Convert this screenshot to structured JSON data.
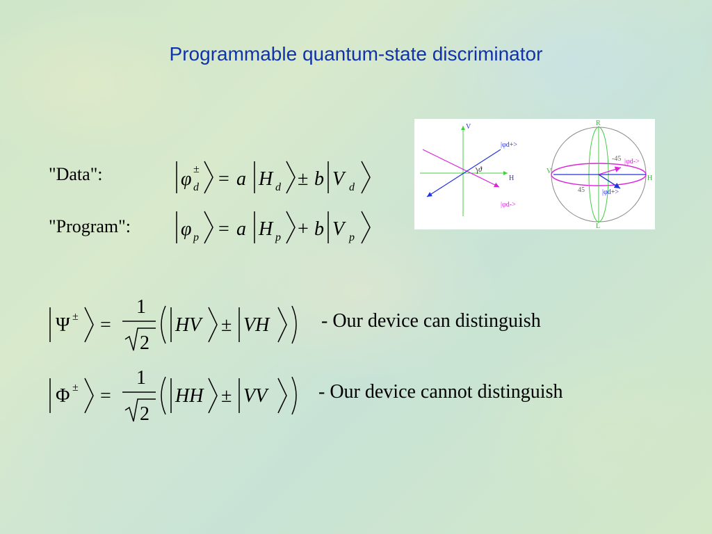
{
  "title": "Programmable quantum-state discriminator",
  "labels": {
    "data": "\"Data\":",
    "program": "\"Program\":"
  },
  "formulas": {
    "data": {
      "ket_sym": "φ",
      "sup": "±",
      "sub": "d",
      "a": "a",
      "H": "H",
      "pm": "±",
      "b": "b",
      "V": "V",
      "eq": "="
    },
    "program": {
      "ket_sym": "φ",
      "sub": "p",
      "a": "a",
      "H": "H",
      "plus": "+",
      "b": "b",
      "V": "V",
      "eq": "="
    },
    "psi": {
      "sym": "Ψ",
      "sup": "±",
      "one": "1",
      "two": "2",
      "t1": "HV",
      "pm": "±",
      "t2": "VH",
      "eq": "="
    },
    "phi": {
      "sym": "Φ",
      "sup": "±",
      "one": "1",
      "two": "2",
      "t1": "HH",
      "pm": "±",
      "t2": "VV",
      "eq": "="
    }
  },
  "notes": {
    "can": "- Our device can distinguish",
    "cannot": "- Our device cannot distinguish"
  },
  "figure": {
    "left": {
      "V": "V",
      "H": "H",
      "theta": "ϑ",
      "phi_plus": "|φd+>",
      "phi_minus": "|φd->"
    },
    "right": {
      "R": "R",
      "L": "L",
      "V": "V",
      "H": "H",
      "a45n": "-45",
      "a45": "45",
      "phi_minus": "|φd->",
      "phi_plus": "|φd+>"
    }
  },
  "colors": {
    "title": "#1133aa",
    "magenta": "#dd22dd",
    "blue": "#2233dd",
    "green": "#44cc44"
  }
}
